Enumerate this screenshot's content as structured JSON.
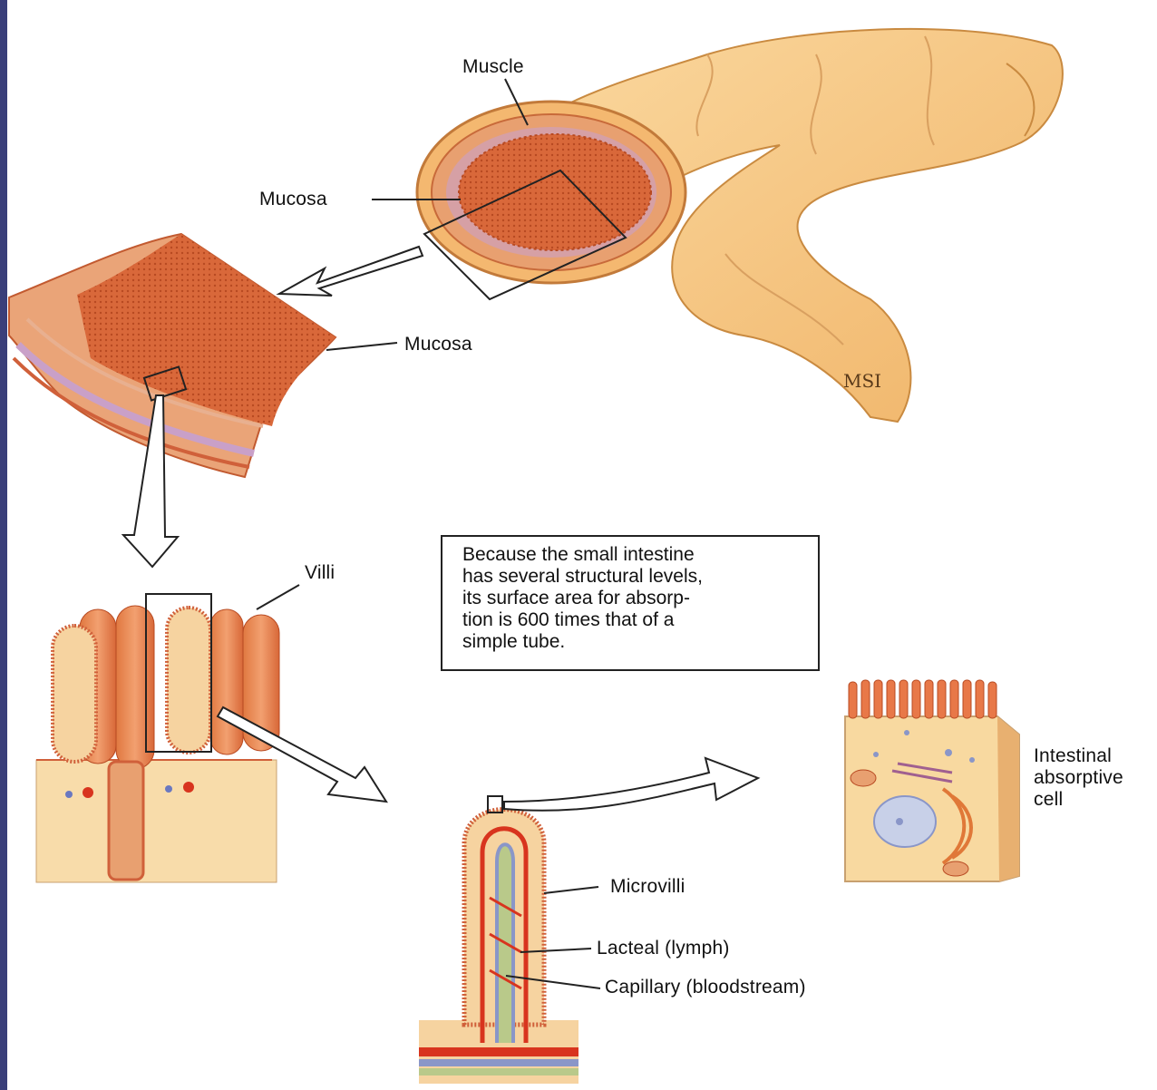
{
  "labels": {
    "muscle": "Muscle",
    "mucosa_top": "Mucosa",
    "mucosa_section": "Mucosa",
    "villi": "Villi",
    "microvilli": "Microvilli",
    "lacteal": "Lacteal (lymph)",
    "capillary": "Capillary (bloodstream)",
    "absorptive_cell": "Intestinal\nabsorptive\ncell"
  },
  "note": "Because the small intestine\nhas several structural levels,\nits surface area for absorp-\ntion is 600 times that of a\nsimple tube.",
  "signature": "MSI",
  "colors": {
    "tube_outer": "#f7c884",
    "tube_inner": "#f0b060",
    "mucosa": "#d9683a",
    "muscle_layer": "#e8a070",
    "lamina": "#c9a0c8",
    "capillary": "#d8341e",
    "lacteal": "#8a96c8",
    "lymph_green": "#b9c98a",
    "cell_fill": "#f8d9a0",
    "side_bar": "#3a3f7a"
  }
}
